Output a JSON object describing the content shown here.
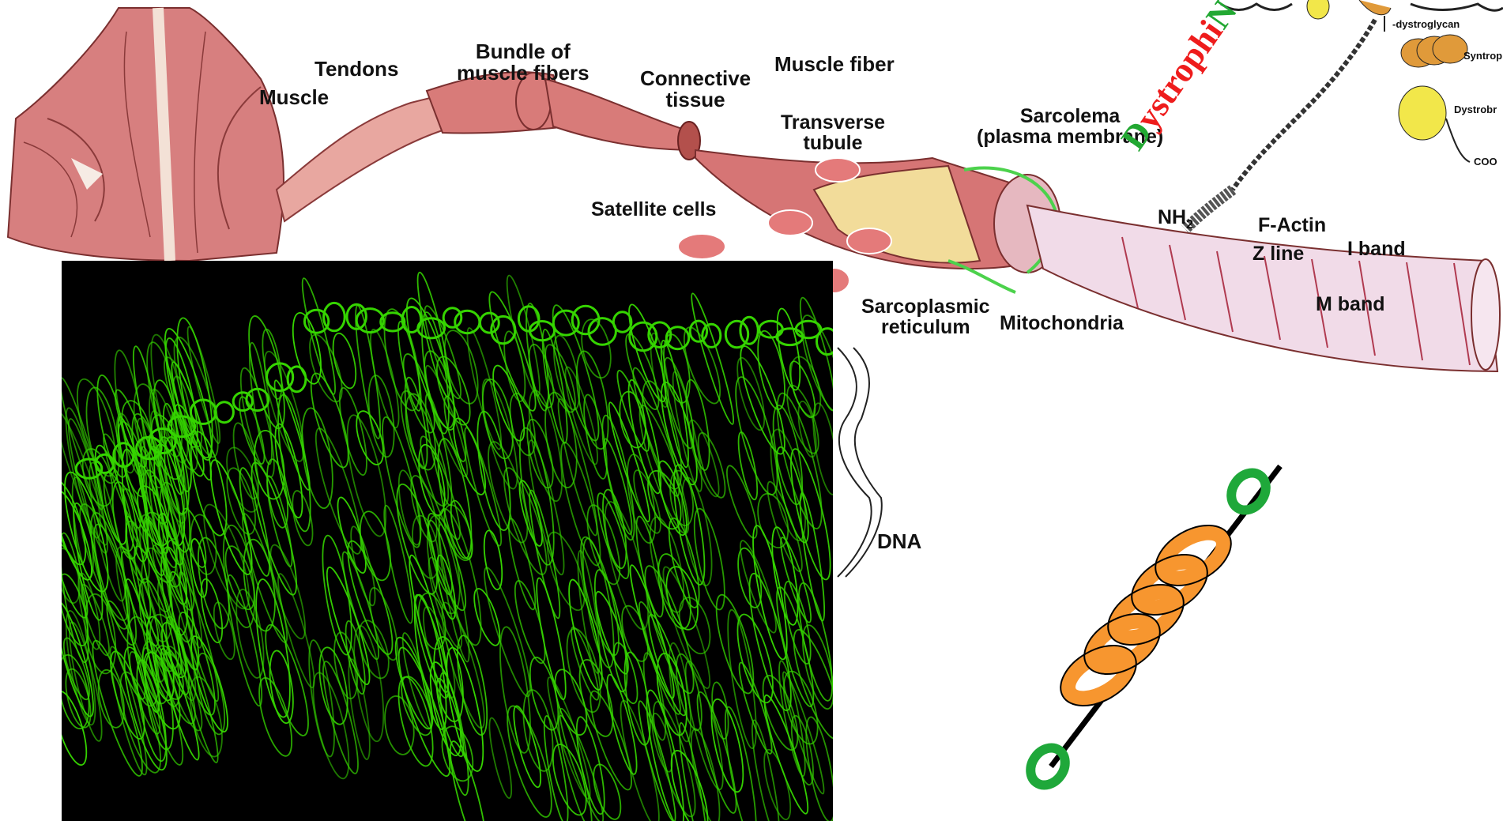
{
  "labels": {
    "muscle": "Muscle",
    "tendons": "Tendons",
    "bundle": "Bundle of\nmuscle fibers",
    "connective": "Connective\ntissue",
    "muscle_fiber": "Muscle fiber",
    "transverse": "Transverse\ntubule",
    "sarcolema": "Sarcolema\n(plasma membrane)",
    "satellite": "Satellite cells",
    "sarcoplasmic": "Sarcoplasmic\nreticulum",
    "mitochondria": "Mitochondria",
    "dna": "DNA",
    "nh2": "NH2",
    "factin": "F-Actin",
    "zline": "Z line",
    "iband": "I band",
    "mband": "M band",
    "dystroglycan": "-dystroglycan",
    "syntrop": "Syntrop",
    "dystrobr": "Dystrobr",
    "coo": "COO"
  },
  "dystrophin_word": {
    "first": "D",
    "middle": "ystrophi",
    "last": "N",
    "color_ends": "#22a832",
    "color_middle": "#ee1c1c"
  },
  "colors": {
    "muscle": "#d97a7a",
    "fluorescence": "#35d400",
    "coil": "#f7962f",
    "ring": "#1fa83a"
  }
}
